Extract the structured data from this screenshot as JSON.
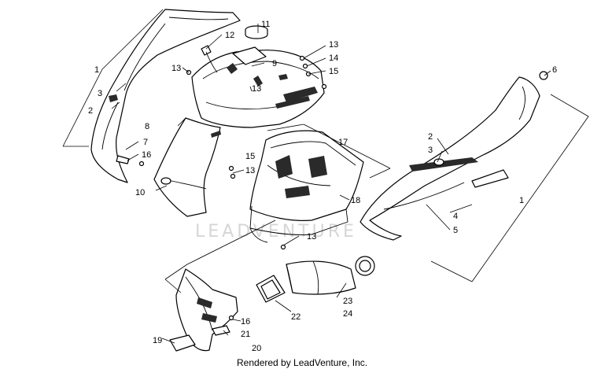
{
  "diagram": {
    "watermark": "LEADVENTURE",
    "credit": "Rendered by LeadVenture, Inc.",
    "callouts": {
      "c1_left": "1",
      "c1_right": "1",
      "c2_left": "2",
      "c2_right": "2",
      "c3_left": "3",
      "c3_right": "3",
      "c4": "4",
      "c5": "5",
      "c6": "6",
      "c7": "7",
      "c8": "8",
      "c9": "9",
      "c10": "10",
      "c11": "11",
      "c12": "12",
      "c13_a": "13",
      "c13_b": "13",
      "c13_c": "13",
      "c13_d": "13",
      "c13_e": "13",
      "c14": "14",
      "c15_a": "15",
      "c15_b": "15",
      "c16_a": "16",
      "c16_b": "16",
      "c17": "17",
      "c18": "18",
      "c19": "19",
      "c20": "20",
      "c21": "21",
      "c22": "22",
      "c23": "23",
      "c24": "24"
    }
  }
}
